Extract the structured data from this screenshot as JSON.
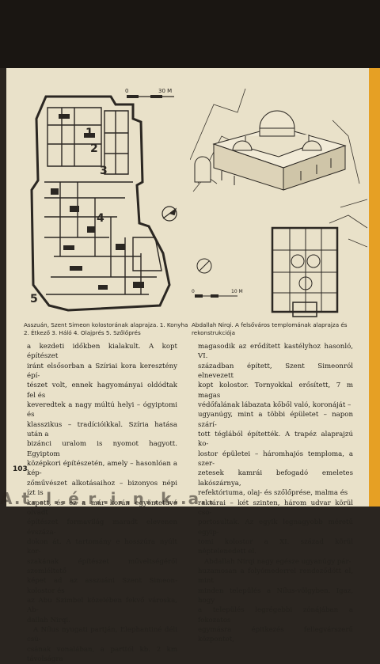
{
  "figure_left": {
    "scale_zero": "0",
    "scale_end": "30 M",
    "labels": [
      "1",
      "2",
      "3",
      "4",
      "5"
    ],
    "caption": "Asszuán, Szent Simeon kolostorának alaprajza. 1. Konyha 2. Étkező 3. Háló 4. Olajprés 5. Szőlőprés"
  },
  "figure_right": {
    "scale_zero": "0",
    "scale_end": "10 M",
    "caption": "Abdallah Nirqi. A felsőváros templomának alaprajza és rekonstrukciója"
  },
  "left_column": [
    "a kezdeti időkben kialakult. A kopt építészet",
    "iránt elsősorban a Szíriai kora keresztény épí-",
    "tészet volt, ennek hagyományai oldódtak fel és",
    "keveredtek a nagy múltú helyi – ógyiptomi és",
    "klasszikus – tradícióikkal. Szíria hatása után a",
    "bizánci uralom is nyomot hagyott. Egyiptom",
    "középkori építészetén, amely – hasonlóan a kép-",
    "zőművészet alkotásaihoz – bizonyos népi ízt is",
    "kapott, és ez a már korán egyöntetűvé olvadt",
    "építészet formavilág maradt elevenen évszáza-",
    "dokon át. A tartomány e hosszúra nyúlt kor-",
    "szakának építészet műveltségéről szemléltető",
    "képet ad az asszuáni Szent Simeon-kolostor és",
    "az Abu Szimbel közelében fekvő városka, Ab-",
    "dallah Nirqi.",
    "A Nílus nyugati partján, Elephantiné déli csú-",
    "csának vonalában, a parttól kb. 2 km távolságra"
  ],
  "right_column": [
    "magasodik az erődített kastélyhoz hasonló, VI.",
    "században épített, Szent Simeonról elnevezett",
    "kopt kolostor. Tornyokkal erősített, 7 m magas",
    "védőfalának lábazata kőből való, koronáját –",
    "ugyanúgy, mint a többi épületet – napon szárí-",
    "tott téglából építették. A trapéz alaprajzú ko-",
    "lostor épületei – háromhajós temploma, a szer-",
    "zetesek kamrái befogadó emeletes lakószárnya,",
    "refektóriuma, olaj- és szőlőprése, malma és",
    "raktárai – két szinten, három udvar körül cso-",
    "portosultak. Az egyik legnagyobb méretű egyip-",
    "tomi kolostor a XI. század körül néptelenedett el.",
    "Abdallah Nirqi nagy egésze ugyanúgy pár-",
    "huzamosan a folyómederrel rendeződött el, mint",
    "minden település a Nílus-völgyben. Igaz, hogy",
    "a település legrégebbi zónájában a fokozatos",
    "egymásra épitkezés fellegvárszerű központot,"
  ],
  "page_number": "103",
  "bottom_bleed": "A.t..l..é.r..i..n..k..a.."
}
